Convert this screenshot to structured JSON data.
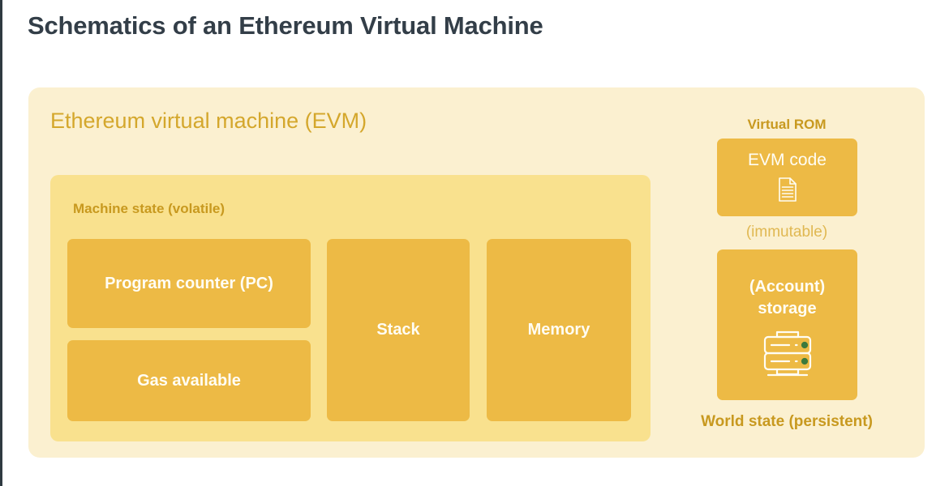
{
  "page": {
    "title": "Schematics of an Ethereum Virtual Machine"
  },
  "colors": {
    "page_background": "#ffffff",
    "title_text": "#333e48",
    "outer_panel": "#FBF0D0",
    "inner_panel": "#F9E18E",
    "tile_fill": "#EDBA45",
    "tile_text": "#FFFDF4",
    "heading_gold": "#D4A72C",
    "label_gold": "#C8991F",
    "muted_gold": "#E0B852",
    "led_green": "#3C7A3C"
  },
  "evm": {
    "heading": "Ethereum virtual machine (EVM)",
    "machine_state": {
      "heading": "Machine state (volatile)",
      "tiles": [
        {
          "label": "Program counter (PC)"
        },
        {
          "label": "Gas available"
        },
        {
          "label": "Stack"
        },
        {
          "label": "Memory"
        }
      ]
    },
    "right_column": {
      "rom_label": "Virtual ROM",
      "evm_code": {
        "label": "EVM code",
        "icon": "document-icon"
      },
      "immutable_note": "(immutable)",
      "storage": {
        "label": "(Account)\nstorage",
        "icon": "server-rack-icon"
      },
      "world_state_label": "World state (persistent)"
    }
  }
}
